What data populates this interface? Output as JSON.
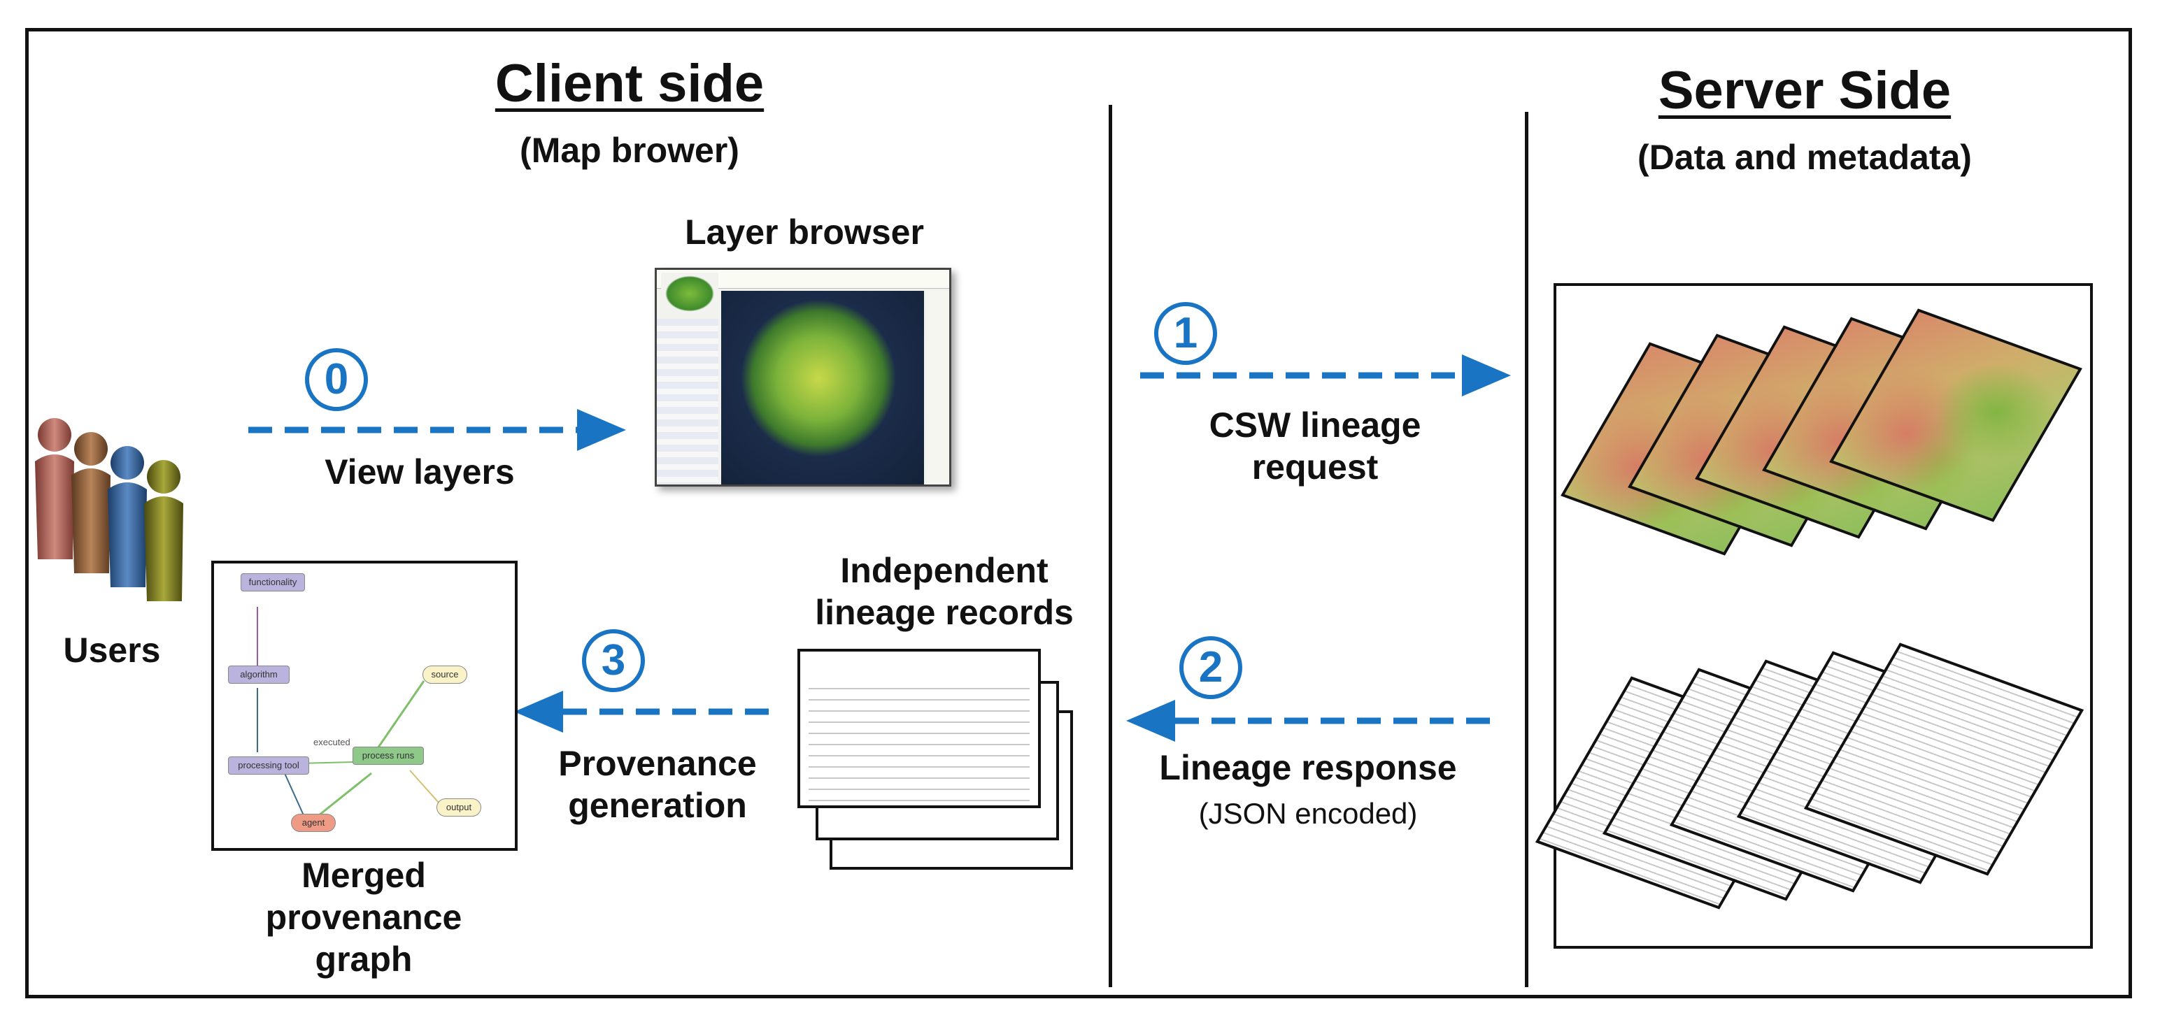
{
  "client": {
    "title": "Client side",
    "subtitle": "(Map brower)"
  },
  "server": {
    "title": "Server Side",
    "subtitle": "(Data and metadata)"
  },
  "users": {
    "label": "Users"
  },
  "layer_browser": {
    "label": "Layer browser"
  },
  "steps": [
    {
      "number": "0",
      "label": "View layers",
      "note": ""
    },
    {
      "number": "1",
      "label": "CSW lineage\nrequest",
      "note": ""
    },
    {
      "number": "2",
      "label": "Lineage response",
      "note": "(JSON encoded)"
    },
    {
      "number": "3",
      "label": "Provenance\ngeneration",
      "note": ""
    }
  ],
  "records": {
    "label": "Independent\nlineage records"
  },
  "graph": {
    "label": "Merged\nprovenance\ngraph",
    "nodes": {
      "functionality": "functionality",
      "algorithm": "algorithm",
      "processing_tool": "processing tool",
      "process_runs": "process runs",
      "source": "source",
      "agent": "agent",
      "output": "output"
    },
    "edges": {
      "executed": "executed"
    }
  },
  "colors": {
    "arrow": "#1a74c4",
    "ink": "#111111",
    "node_tool": "#b9b3dd",
    "node_run": "#8fc98a",
    "node_agent": "#ef9a84",
    "node_entity": "#fbf3c8"
  }
}
